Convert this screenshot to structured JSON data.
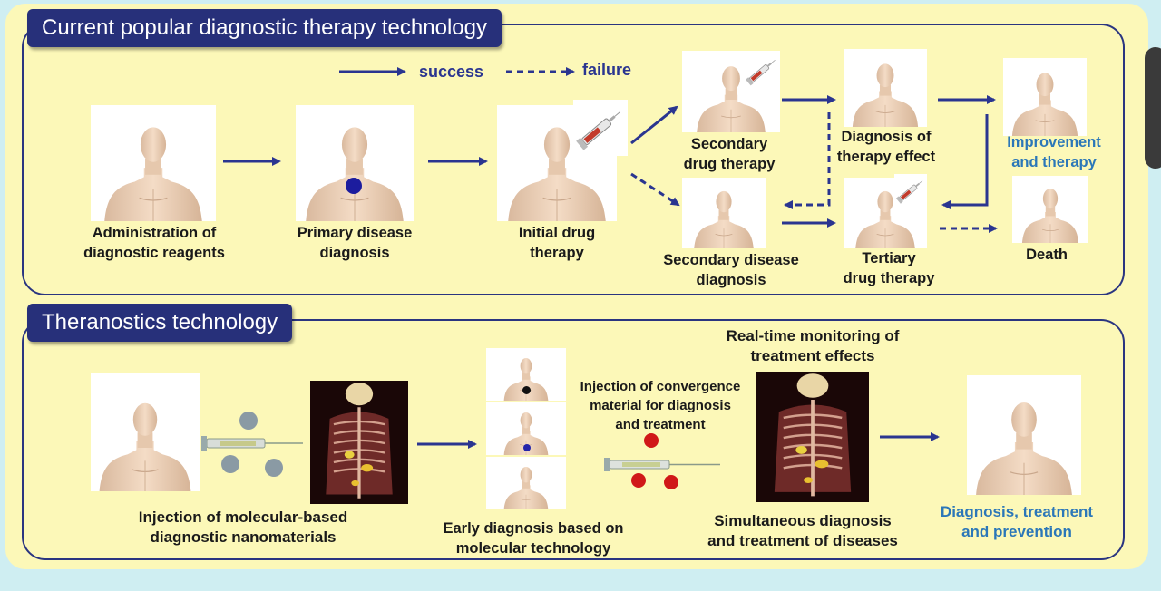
{
  "sections": {
    "current": {
      "title": "Current popular diagnostic therapy technology"
    },
    "theranostics": {
      "title": "Theranostics technology"
    }
  },
  "legend": {
    "success": "success",
    "failure": "failure"
  },
  "current": {
    "administration": "Administration of\ndiagnostic reagents",
    "primary": "Primary disease\ndiagnosis",
    "initial": "Initial drug\ntherapy",
    "secondary_therapy": "Secondary\ndrug therapy",
    "diagnosis_effect": "Diagnosis of\ntherapy effect",
    "improvement": "Improvement\nand therapy",
    "secondary_diagnosis": "Secondary disease\ndiagnosis",
    "tertiary": "Tertiary\ndrug therapy",
    "death": "Death"
  },
  "theranostics": {
    "injection_nano": "Injection of molecular-based\ndiagnostic nanomaterials",
    "early_diagnosis": "Early diagnosis based on\nmolecular technology",
    "convergence": "Injection of convergence\nmaterial for diagnosis\nand treatment",
    "monitoring": "Real-time monitoring of\ntreatment effects",
    "simultaneous": "Simultaneous diagnosis\nand treatment of diseases",
    "outcome": "Diagnosis, treatment\nand prevention"
  },
  "colors": {
    "arrow": "#2a3590",
    "title_bg": "#27307a",
    "panel": "#fcf8b8",
    "accent_text": "#2b77b8",
    "marker": "#1c1c9e",
    "nanoparticle": "#d01818"
  }
}
